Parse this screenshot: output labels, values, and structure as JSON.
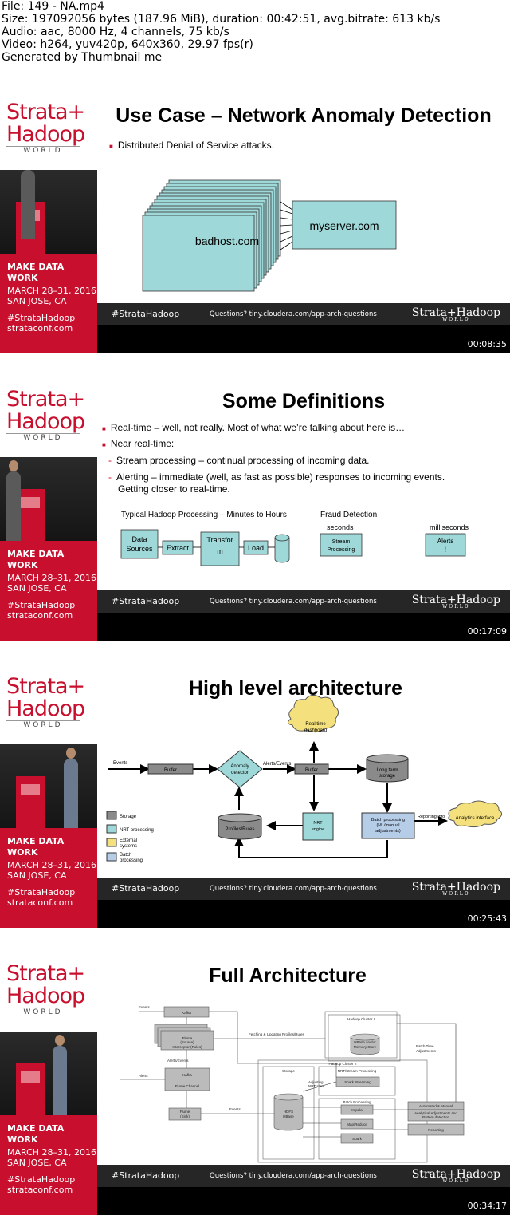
{
  "file_info": [
    "File: 149 - NA.mp4",
    "Size: 197092056 bytes (187.96 MiB), duration: 00:42:51, avg.bitrate: 613 kb/s",
    "Audio: aac, 8000 Hz, 4 channels, 75 kb/s",
    "Video: h264, yuv420p, 640x360, 29.97 fps(r)",
    "Generated by Thumbnail me"
  ],
  "sidebar": {
    "logo_line1": "Strata+",
    "logo_line2": "Hadoop",
    "logo_line3": "WORLD",
    "event": "MAKE DATA WORK",
    "dates": "MARCH 28–31, 2016",
    "location": "SAN JOSE, CA",
    "hashtag": "#StrataHadoop",
    "site": "strataconf.com"
  },
  "footer": {
    "hashtag": "#StrataHadoop",
    "questions": "Questions? tiny.cloudera.com/app-arch-questions",
    "brand": "Strata+Hadoop",
    "brand_sub": "WORLD"
  },
  "colors": {
    "brand_red": "#c8102e",
    "box_teal": "#9fd8d8",
    "footer_dark": "#262626"
  },
  "frames": [
    {
      "timestamp": "00:08:35",
      "title": "Use Case – Network Anomaly Detection",
      "bullet": "Distributed Denial of Service attacks.",
      "stack_label": "badhost.com",
      "server_label": "myserver.com"
    },
    {
      "timestamp": "00:17:09",
      "title": "Some Definitions",
      "b1": "Real-time – well, not really. Most of what we’re talking about here is…",
      "b2": "Near real-time:",
      "s1": "Stream processing – continual processing of incoming data.",
      "s2a": "Alerting – immediate (well, as fast as possible) responses to incoming events.",
      "s2b": "Getting closer to real-time.",
      "typical": "Typical Hadoop Processing – Minutes to Hours",
      "fraud": "Fraud Detection",
      "seconds": "seconds",
      "milliseconds": "milliseconds",
      "data_sources_1": "Data",
      "data_sources_2": "Sources",
      "extract": "Extract",
      "transform_1": "Transfor",
      "transform_2": "m",
      "load": "Load",
      "stream_1": "Stream",
      "stream_2": "Processing",
      "alerts": "Alerts",
      "bang": "!"
    },
    {
      "timestamp": "00:25:43",
      "title": "High level architecture",
      "events": "Events",
      "buffer": "Buffer",
      "anomaly_1": "Anomaly",
      "anomaly_2": "detector",
      "alerts_events": "Alerts/Events",
      "buffer2": "Buffer",
      "realtime_1": "Real time",
      "realtime_2": "dashboard",
      "longterm_1": "Long term",
      "longterm_2": "storage",
      "profiles": "Profiles/Rules",
      "nrt_1": "NRT",
      "nrt_2": "engine",
      "batch_1": "Batch processing",
      "batch_2": "(ML/manual",
      "batch_3": "adjustments)",
      "reporting": "Reporting info",
      "analytics": "Analytics interface",
      "legend": [
        "Storage",
        "NRT processing",
        "External",
        "systems",
        "Batch",
        "processing"
      ]
    },
    {
      "timestamp": "00:34:17",
      "title": "Full Architecture",
      "events": "Events",
      "kafka": "Kafka",
      "flume_1": "Flume",
      "flume_2": "(Source)",
      "interceptor": "Interceptor (Rules)",
      "alerts_events": "Alerts/Events",
      "alerts": "Alerts",
      "kafka2": "Kafka",
      "flume_channel": "Flume Channel",
      "flume_sink_1": "Flume",
      "flume_sink_2": "(Sink)",
      "events2": "Events",
      "fetching": "Fetching & Updating Profiles/Rules",
      "cluster1": "Hadoop Cluster I",
      "hbase_1": "HBase and/or",
      "hbase_2": "Memory Store",
      "batch_time_1": "Batch Time",
      "batch_time_2": "Adjustments",
      "cluster2": "Hadoop Cluster II",
      "storage": "Storage",
      "nrt_stream": "NRT/Stream Processing",
      "spark_streaming": "Spark Streaming",
      "adjusting_1": "Adjusting",
      "adjusting_2": "NRT stats",
      "batch_processing": "Batch Processing",
      "hdfs": "HDFS",
      "hbase": "HBase",
      "impala": "Impala",
      "mapreduce": "Map/Reduce",
      "spark": "Spark",
      "automated": "Automated & Manual",
      "analytical_1": "Analytical Adjustments and",
      "analytical_2": "Pattern detection",
      "reporting": "Reporting"
    }
  ]
}
